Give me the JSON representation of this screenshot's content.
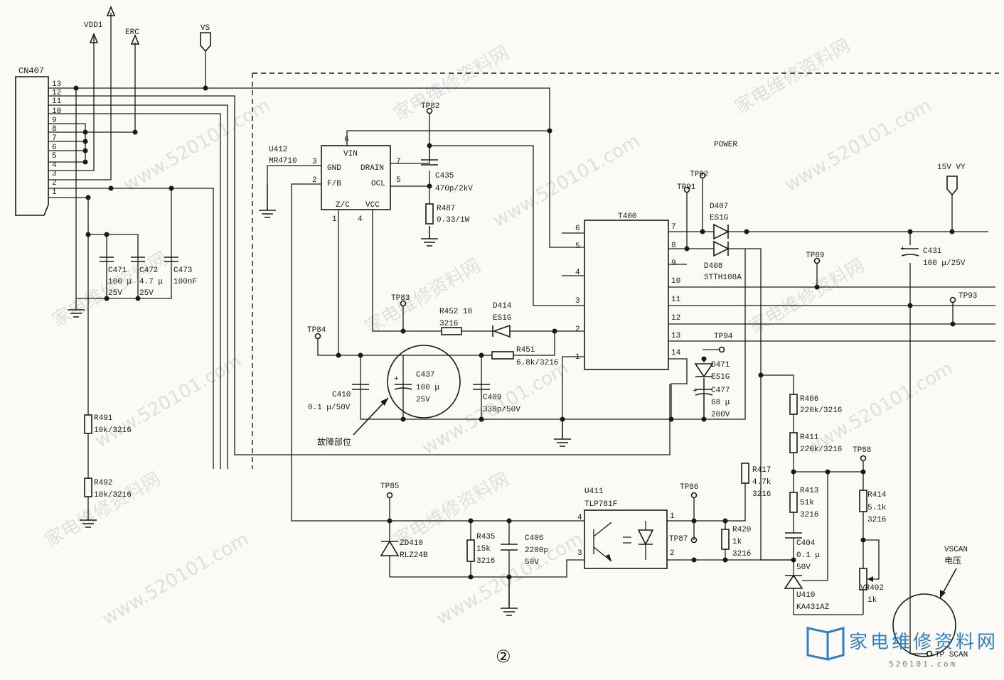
{
  "watermark": {
    "site": "www.520101.com",
    "name": "家电维修资料网"
  },
  "logo": {
    "text": "家电维修资料网",
    "sub": "520101.com"
  },
  "page_marker": "②",
  "supplies": {
    "vdd1": "VDD1",
    "erc": "ERC",
    "vs": "VS",
    "vy": "15V VY",
    "power": "POWER",
    "vscan": "VSCAN",
    "vscan_cn": "电压",
    "tp_scan": "TP SCAN"
  },
  "connector": {
    "name": "CN407",
    "pins": [
      "13",
      "12",
      "11",
      "10",
      "9",
      "8",
      "7",
      "6",
      "5",
      "4",
      "3",
      "2",
      "1"
    ]
  },
  "u412": {
    "ref": "U412",
    "part": "MR4710",
    "pin_names": {
      "vin": "VIN",
      "gnd": "GND",
      "drain": "DRAIN",
      "fb": "F/B",
      "ocl": "OCL",
      "zc": "Z/C",
      "vcc": "VCC"
    },
    "pins": {
      "p6": "6",
      "p3": "3",
      "p7": "7",
      "p2": "2",
      "p5": "5",
      "p1": "1",
      "p4": "4"
    }
  },
  "t400": {
    "ref": "T400",
    "pins": [
      "6",
      "5",
      "4",
      "3",
      "2",
      "1",
      "7",
      "8",
      "9",
      "10",
      "11",
      "12",
      "13",
      "14"
    ]
  },
  "u411": {
    "ref": "U411",
    "part": "TLP781F",
    "pins": [
      "4",
      "3",
      "1",
      "2"
    ]
  },
  "u410": {
    "ref": "U410",
    "part": "KA431AZ"
  },
  "parts": {
    "c471": [
      "C471",
      "100 μ",
      "25V"
    ],
    "c472": [
      "C472",
      "4.7 μ",
      "25V"
    ],
    "c473": [
      "C473",
      "100nF"
    ],
    "c435": [
      "C435",
      "470p/2kV"
    ],
    "r487": [
      "R487",
      "0.33/1W"
    ],
    "r452": [
      "R452 10",
      "3216"
    ],
    "d414": [
      "D414",
      "ES1G"
    ],
    "r451": [
      "R451",
      "6.8k/3216"
    ],
    "c410": [
      "C410",
      "0.1 μ/50V"
    ],
    "c437": [
      "C437",
      "100 μ",
      "25V"
    ],
    "c409": [
      "C409",
      "330p/50V"
    ],
    "d407": [
      "D407",
      "ES1G"
    ],
    "d408": [
      "D408",
      "STTH108A"
    ],
    "c431": [
      "C431",
      "100 μ/25V"
    ],
    "d471": [
      "D471",
      "ES1G"
    ],
    "c477": [
      "C477",
      "68 μ",
      "200V"
    ],
    "r406": [
      "R406",
      "220k/3216"
    ],
    "r411": [
      "R411",
      "220k/3216"
    ],
    "r413": [
      "R413",
      "51k",
      "3216"
    ],
    "c404": [
      "C404",
      "0.1 μ",
      "50V"
    ],
    "r414": [
      "R414",
      "5.1k",
      "3216"
    ],
    "vr402": [
      "VR402",
      "1k"
    ],
    "r417": [
      "R417",
      "4.7k",
      "3216"
    ],
    "r420": [
      "R420",
      "1k",
      "3216"
    ],
    "r435": [
      "R435",
      "15k",
      "3216"
    ],
    "c406": [
      "C406",
      "2200p",
      "50V"
    ],
    "zd410": [
      "ZD410",
      "RLZ24B"
    ],
    "r491": [
      "R491",
      "10k/3216"
    ],
    "r492": [
      "R492",
      "10k/3216"
    ]
  },
  "test_points": {
    "tp82": "TP82",
    "tp83": "TP83",
    "tp84": "TP84",
    "tp85": "TP85",
    "tp86": "TP86",
    "tp87": "TP87",
    "tp88": "TP88",
    "tp89": "TP89",
    "tp91": "TP91",
    "tp92": "TP92",
    "tp93": "TP93",
    "tp94": "TP94"
  },
  "fault_note": "故障部位"
}
